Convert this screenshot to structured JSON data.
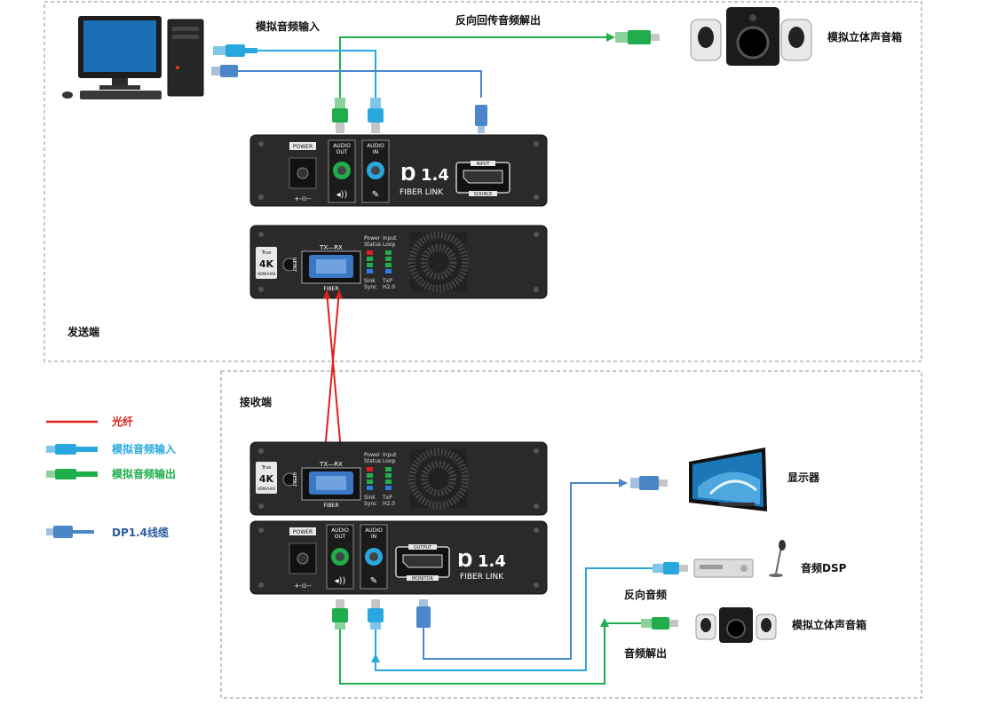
{
  "labels": {
    "analog_audio_in_top": "模拟音频输入",
    "reverse_audio_deembed": "反向回传音频解出",
    "stereo_speakers_top": "模拟立体声音箱",
    "sender": "发送端",
    "receiver": "接收端",
    "display": "显示器",
    "audio_dsp": "音频DSP",
    "reverse_audio": "反向音频",
    "audio_deembed": "音频解出",
    "stereo_speakers_bottom": "模拟立体声音箱"
  },
  "legend": [
    {
      "label": "光纤",
      "color": "#e0201c",
      "kind": "line"
    },
    {
      "label": "模拟音频输入",
      "color": "#29a8df",
      "kind": "connector"
    },
    {
      "label": "模拟音频输出",
      "color": "#1fae4b",
      "kind": "connector"
    },
    {
      "label": "DP1.4线缆",
      "color": "#4a86c8",
      "kind": "dp"
    }
  ],
  "devices": {
    "tx_back": {
      "power": "POWER",
      "audio_out": "AUDIO\nOUT",
      "audio_in": "AUDIO\nIN",
      "dp_version": "1.4",
      "fiber_link": "FIBER LINK",
      "port_top": "INPUT",
      "port_bottom": "SOURCE",
      "power_symbol": "+-⊙--"
    },
    "tx_front": {
      "true4k": "True",
      "k4": "4K",
      "hdr": "HDMI/HAR",
      "reset": "RESET",
      "txrx": "TX—RX",
      "fiber": "FIBER",
      "led_top_l": "Power",
      "led_top_l2": "Status",
      "led_top_r": "Input",
      "led_top_r2": "Loop",
      "led_bot_l": "Sink",
      "led_bot_l2": "Sync",
      "led_bot_r": "TxP",
      "led_bot_r2": "H2.0"
    },
    "rx_back": {
      "power": "POWER",
      "audio_out": "AUDIO\nOUT",
      "audio_in": "AUDIO\nIN",
      "dp_version": "1.4",
      "fiber_link": "FIBER LINK",
      "port_top": "OUTPUT",
      "port_bottom": "MONITOR",
      "power_symbol": "+-⊙--"
    }
  },
  "colors": {
    "fiber": "#e0201c",
    "audio_in": "#29a8df",
    "audio_out": "#1fae4b",
    "dp": "#4a86c8",
    "device": "#2a2a2a",
    "dashed": "#8c8c8c"
  }
}
